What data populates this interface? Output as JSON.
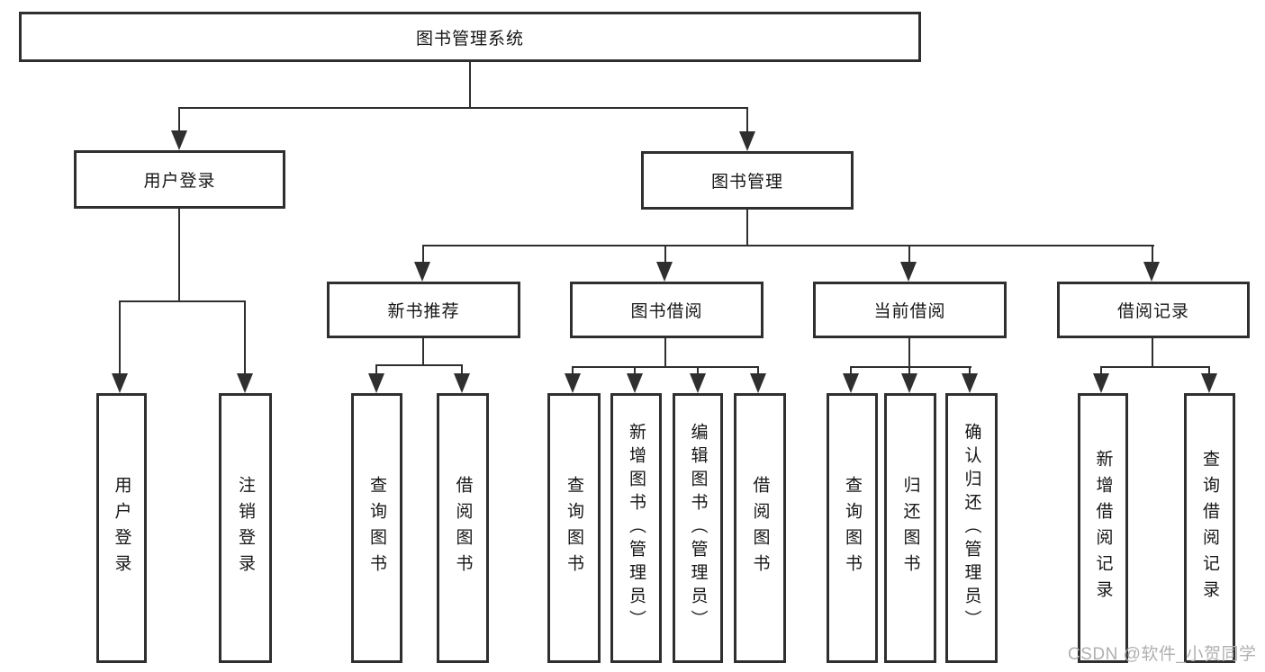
{
  "watermark": "CSDN @软件_小贺同学",
  "colors": {
    "line": "#2f2f2f",
    "border": "#2f2f2f",
    "text": "#161616",
    "watermark": "#b0b0b0",
    "background": "#ffffff"
  },
  "tree": {
    "root": "图书管理系统",
    "branches": [
      {
        "label": "用户登录",
        "children": [
          {
            "label": "用户登录"
          },
          {
            "label": "注销登录"
          }
        ]
      },
      {
        "label": "图书管理",
        "children": [
          {
            "label": "新书推荐",
            "children": [
              {
                "label": "查询图书"
              },
              {
                "label": "借阅图书"
              }
            ]
          },
          {
            "label": "图书借阅",
            "children": [
              {
                "label": "查询图书"
              },
              {
                "label": "新增图书（管理员）"
              },
              {
                "label": "编辑图书（管理员）"
              },
              {
                "label": "借阅图书"
              }
            ]
          },
          {
            "label": "当前借阅",
            "children": [
              {
                "label": "查询图书"
              },
              {
                "label": "归还图书"
              },
              {
                "label": "确认归还（管理员）"
              }
            ]
          },
          {
            "label": "借阅记录",
            "children": [
              {
                "label": "新增借阅记录"
              },
              {
                "label": "查询借阅记录"
              }
            ]
          }
        ]
      }
    ]
  }
}
